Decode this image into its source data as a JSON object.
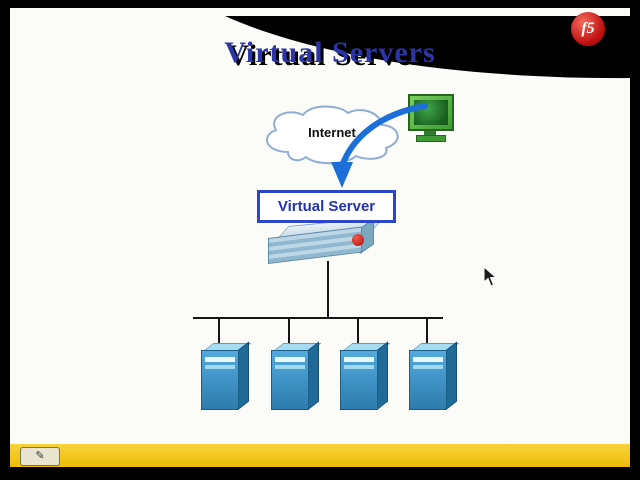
{
  "header": {
    "title": "Virtual Servers",
    "logo_text": "f5"
  },
  "diagram": {
    "internet_label": "Internet",
    "virtual_server_label": "Virtual Server"
  },
  "toolbar": {
    "pencil_glyph": "✎"
  },
  "icons": [
    "internet-cloud-icon",
    "client-computer-icon",
    "traffic-arrow-icon",
    "bigip-appliance-icon",
    "f5-ball-icon",
    "server-tower-icon",
    "pencil-icon",
    "mouse-cursor"
  ],
  "colors": {
    "title_blue": "#2b35a8",
    "box_border_blue": "#2b46c8",
    "arrow_blue": "#1b6fd6",
    "server_front_blue": "#3f97cc",
    "monitor_green": "#56b54a",
    "toolbar_yellow": "#f2c511",
    "logo_red": "#c01010",
    "background_black": "#000000",
    "slide_white": "#fbfbf7"
  }
}
